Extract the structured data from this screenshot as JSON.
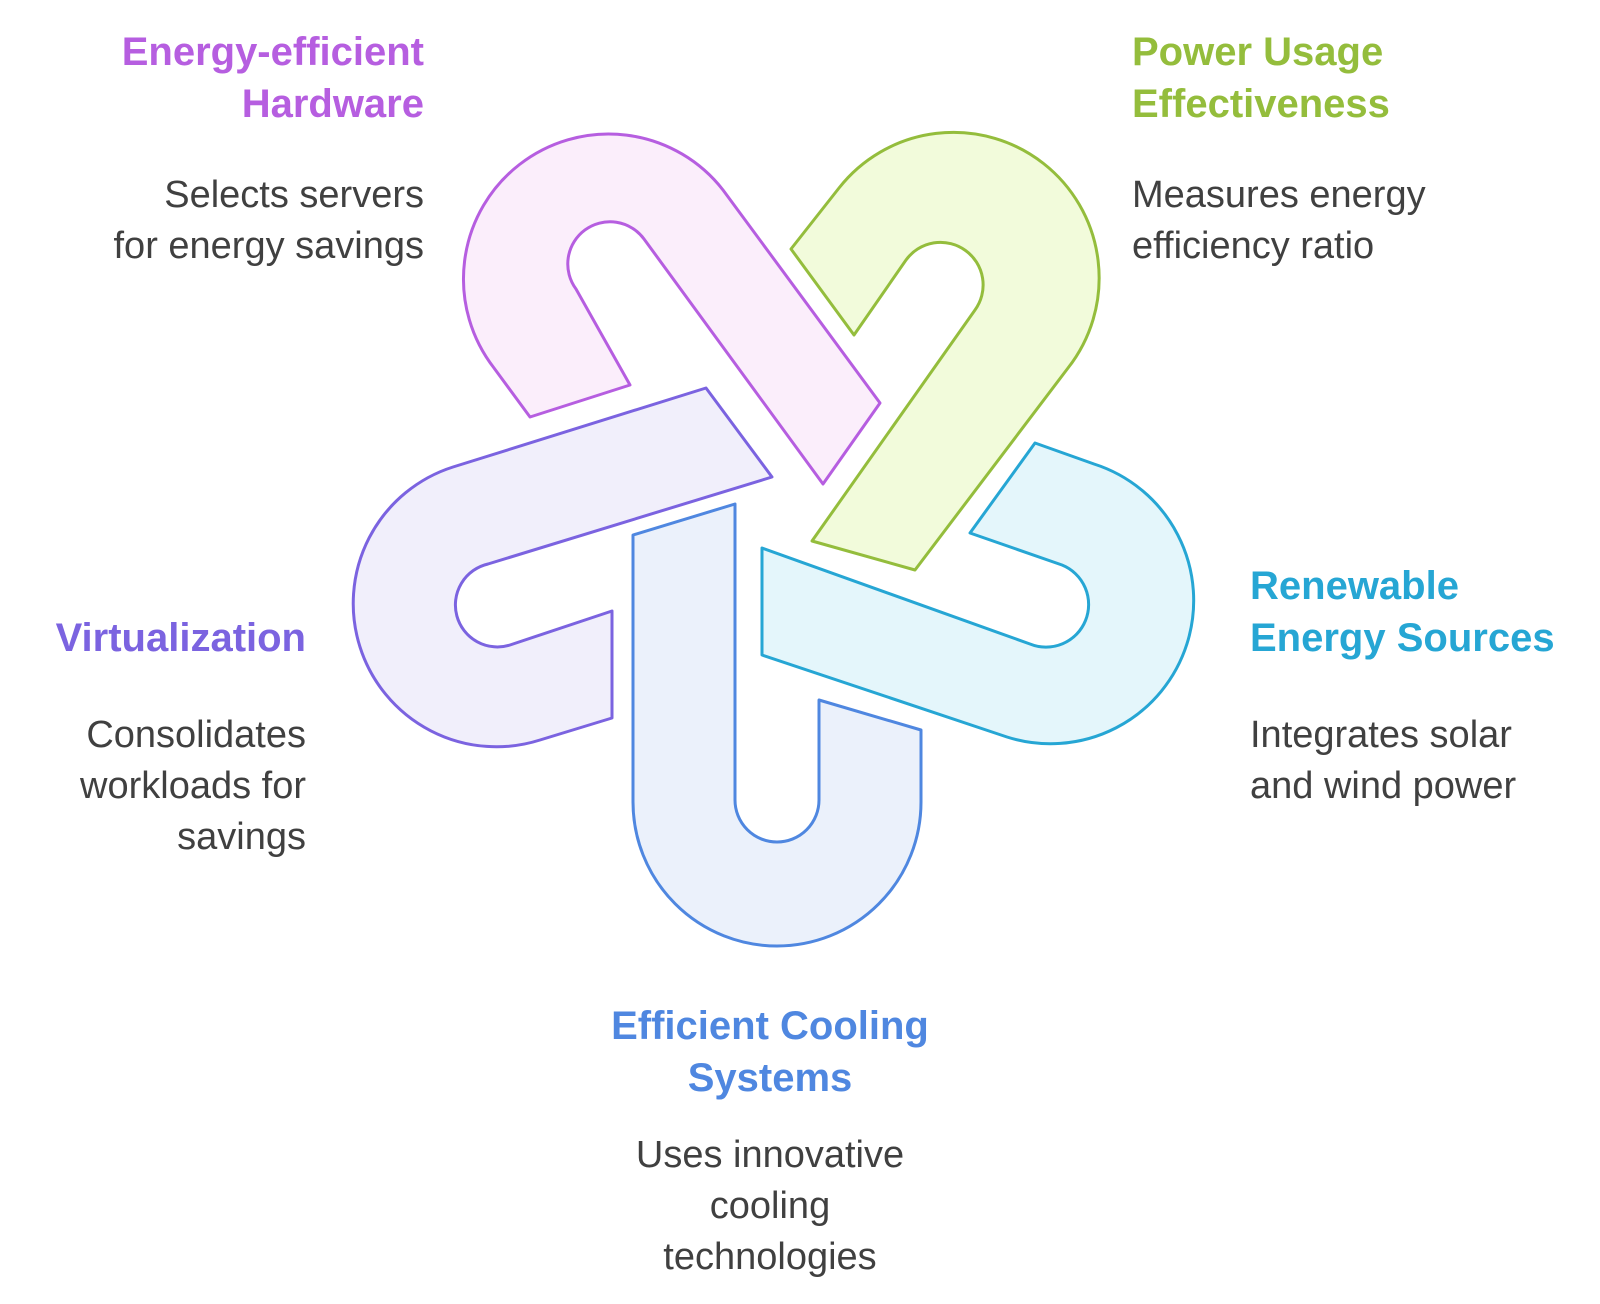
{
  "colors": {
    "hardware": {
      "stroke": "#b65ee0",
      "fill": "#fbeefb"
    },
    "pue": {
      "stroke": "#94bd3c",
      "fill": "#f2fbdb"
    },
    "virtualization": {
      "stroke": "#7b63e0",
      "fill": "#f1effb"
    },
    "renewable": {
      "stroke": "#26a6d4",
      "fill": "#e4f6fb"
    },
    "cooling": {
      "stroke": "#4f87e0",
      "fill": "#ebf1fb"
    },
    "description_text": "#404040"
  },
  "items": {
    "hardware": {
      "title": "Energy-efficient\nHardware",
      "description": "Selects servers\nfor energy savings"
    },
    "pue": {
      "title": "Power Usage\nEffectiveness",
      "description": "Measures energy\nefficiency ratio"
    },
    "virtualization": {
      "title": "Virtualization",
      "description": "Consolidates\nworkloads for\nsavings"
    },
    "renewable": {
      "title": "Renewable\nEnergy Sources",
      "description": "Integrates solar\nand wind power"
    },
    "cooling": {
      "title": "Efficient Cooling\nSystems",
      "description": "Uses innovative\ncooling\ntechnologies"
    }
  }
}
